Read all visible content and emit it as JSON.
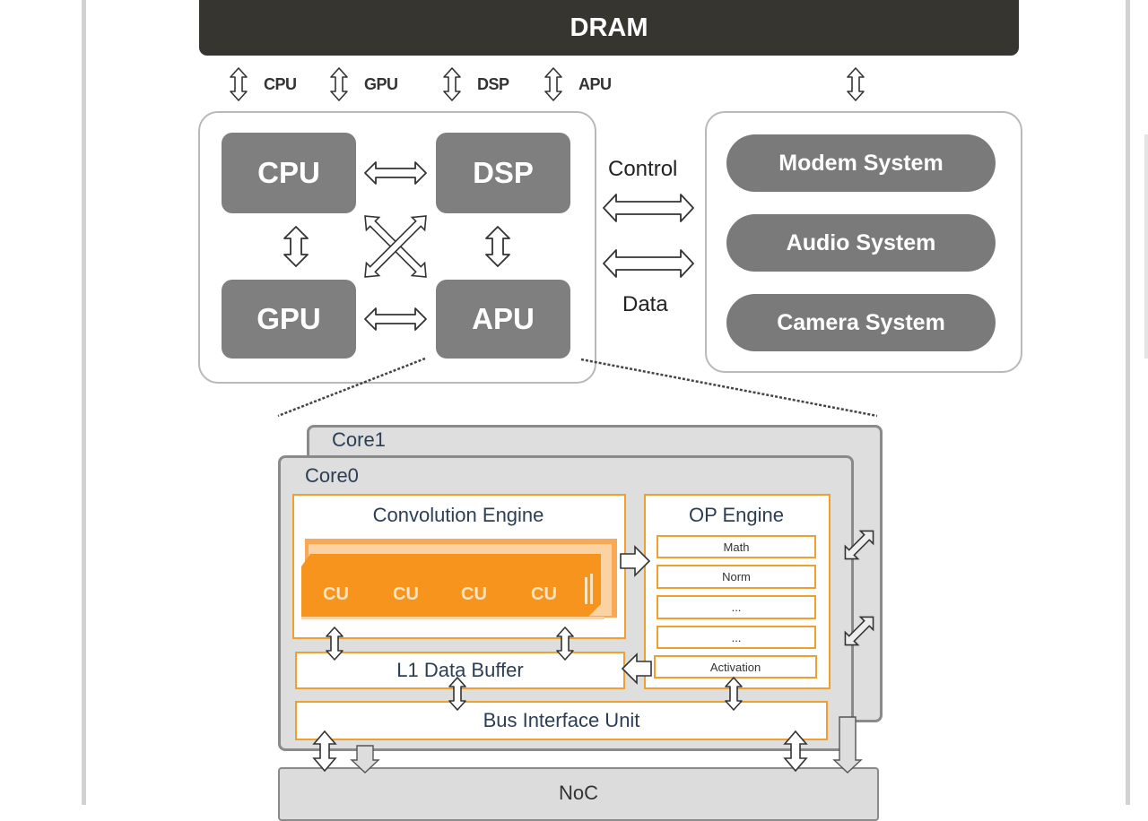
{
  "diagram": {
    "dram": {
      "label": "DRAM"
    },
    "dram_ports": [
      {
        "label": "CPU"
      },
      {
        "label": "GPU"
      },
      {
        "label": "DSP"
      },
      {
        "label": "APU"
      }
    ],
    "processors": {
      "cpu": "CPU",
      "dsp": "DSP",
      "gpu": "GPU",
      "apu": "APU"
    },
    "links": {
      "control": "Control",
      "data": "Data"
    },
    "subsystems": [
      {
        "label": "Modem System"
      },
      {
        "label": "Audio System"
      },
      {
        "label": "Camera System"
      }
    ],
    "apu_detail": {
      "core1_label": "Core1",
      "core0_label": "Core0",
      "convolution_engine": {
        "title": "Convolution Engine",
        "units": [
          "CU",
          "CU",
          "CU",
          "CU"
        ]
      },
      "op_engine": {
        "title": "OP Engine",
        "ops": [
          "Math",
          "Norm",
          "...",
          "...",
          "Activation"
        ]
      },
      "l1_buffer": "L1 Data Buffer",
      "bus_interface": "Bus Interface Unit",
      "noc": "NoC"
    },
    "colors": {
      "dram_bg": "#363530",
      "chip_gray": "#7f7f7f",
      "accent_orange": "#f7941d",
      "core_gray": "#dedede"
    }
  }
}
